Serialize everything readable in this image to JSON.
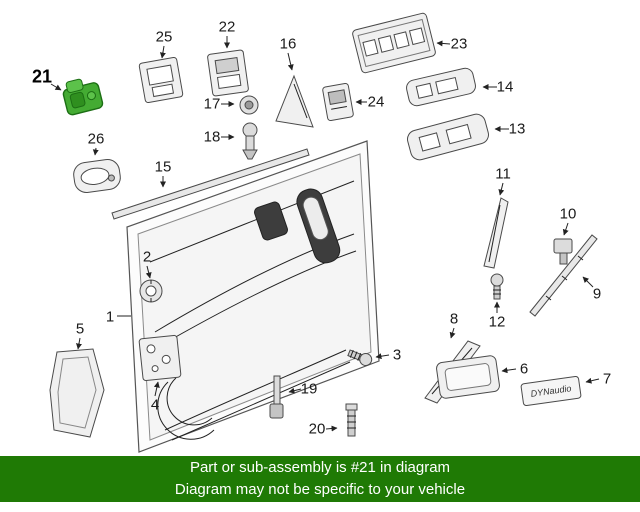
{
  "banner": {
    "line1": "Part or sub-assembly is #21 in diagram",
    "line2": "Diagram may not be specific to your vehicle"
  },
  "colors": {
    "banner_bg": "#1f7a05",
    "banner_text": "#ffffff",
    "highlight_part": "#44ab33",
    "line_art": "#4a4a4a"
  },
  "badge": {
    "label": "DYNaudio"
  },
  "callouts": [
    {
      "num": "1"
    },
    {
      "num": "2"
    },
    {
      "num": "3"
    },
    {
      "num": "4"
    },
    {
      "num": "5"
    },
    {
      "num": "6"
    },
    {
      "num": "7"
    },
    {
      "num": "8"
    },
    {
      "num": "9"
    },
    {
      "num": "10"
    },
    {
      "num": "11"
    },
    {
      "num": "12"
    },
    {
      "num": "13"
    },
    {
      "num": "14"
    },
    {
      "num": "15"
    },
    {
      "num": "16"
    },
    {
      "num": "17"
    },
    {
      "num": "18"
    },
    {
      "num": "19"
    },
    {
      "num": "20"
    },
    {
      "num": "21",
      "highlighted": true
    },
    {
      "num": "22"
    },
    {
      "num": "23"
    },
    {
      "num": "24"
    },
    {
      "num": "25"
    },
    {
      "num": "26"
    }
  ]
}
